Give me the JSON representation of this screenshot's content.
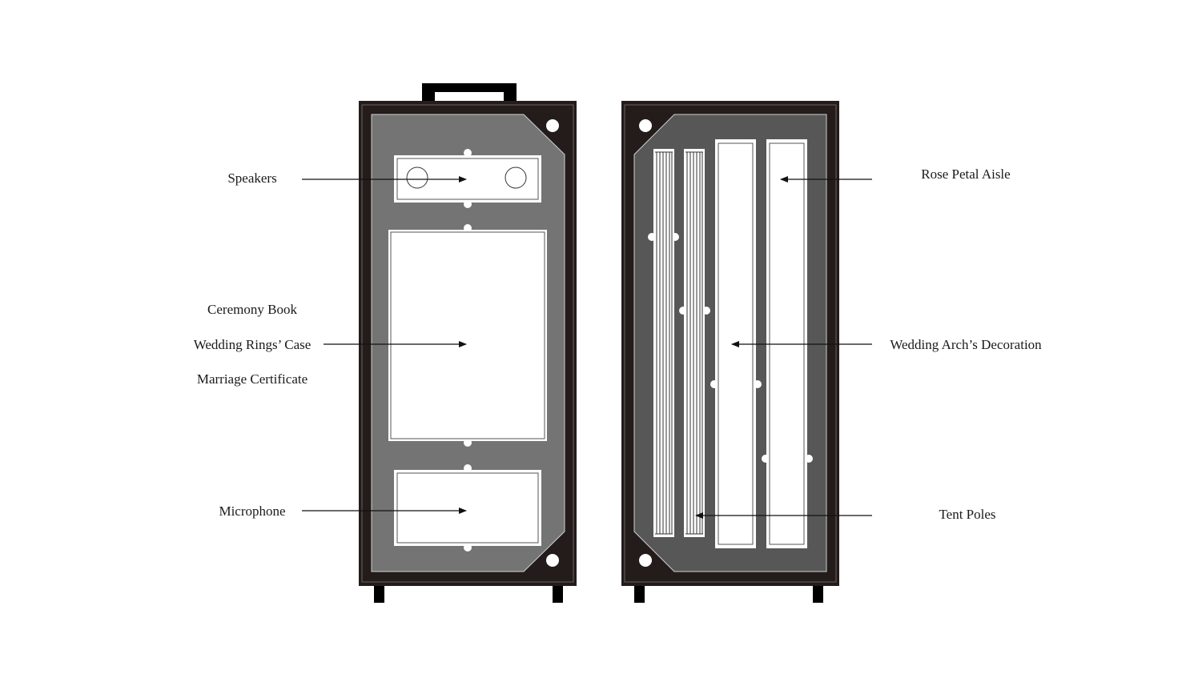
{
  "colors": {
    "case_frame": "#231c1a",
    "left_panel": "#747474",
    "right_panel": "#575757",
    "compartment": "#ffffff",
    "text": "#1a1a1a"
  },
  "left_case": {
    "compartments": [
      "Speakers",
      "Ceremony Book / Wedding Rings’ Case / Marriage Certificate",
      "Microphone"
    ]
  },
  "right_case": {
    "compartments": [
      "Tent Poles",
      "Wedding Arch’s Decoration",
      "Rose Petal Aisle"
    ]
  },
  "labels": {
    "speakers": "Speakers",
    "ceremony_book": "Ceremony Book",
    "wedding_rings_case": "Wedding Rings’ Case",
    "marriage_certificate": "Marriage Certificate",
    "microphone": "Microphone",
    "rose_petal_aisle": "Rose Petal Aisle",
    "wedding_arch_decoration": "Wedding Arch’s Decoration",
    "tent_poles": "Tent Poles"
  }
}
